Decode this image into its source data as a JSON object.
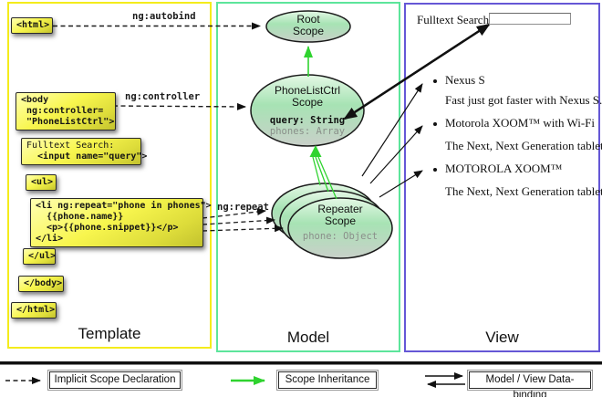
{
  "columns": {
    "template": {
      "label": "Template"
    },
    "model": {
      "label": "Model"
    },
    "view": {
      "label": "View"
    }
  },
  "template": {
    "tags": {
      "html_open": "<html>",
      "body_open": "<body\n ng:controller=\n \"PhoneListCtrl\">",
      "fulltext_label": "Fulltext Search:",
      "fulltext_input": "  <input name=\"query\">",
      "ul_open": "<ul>",
      "li_repeat": "<li ng:repeat=\"phone in phones\">\n  {{phone.name}}\n  <p>{{phone.snippet}}</p>\n</li>",
      "ul_close": "</ul>",
      "body_close": "</body>",
      "html_close": "</html>"
    },
    "arrow_labels": {
      "autobind": "ng:autobind",
      "controller": "ng:controller",
      "repeat": "ng:repeat"
    }
  },
  "model": {
    "root_scope": {
      "title": "Root\nScope"
    },
    "phonelist_scope": {
      "title": "PhoneListCtrl\nScope",
      "query": "query: String",
      "phones": "phones: Array"
    },
    "repeater_scope": {
      "title": "Repeater\nScope",
      "phone": "phone: Object"
    }
  },
  "view": {
    "search_label": "Fulltext Search:",
    "search_value": "",
    "items": [
      {
        "name": "Nexus S",
        "snippet": "Fast just got faster with Nexus S."
      },
      {
        "name": "Motorola XOOM™  with Wi-Fi",
        "snippet": "The Next, Next Generation tablet."
      },
      {
        "name": "MOTOROLA XOOM™",
        "snippet": "The Next, Next Generation tablet."
      }
    ]
  },
  "legend": {
    "implicit": "Implicit Scope Declaration",
    "inheritance": "Scope Inheritance",
    "databinding": "Model / View Data-binding"
  },
  "colors": {
    "template_border": "#f4ec1c",
    "model_border": "#5de59b",
    "view_border": "#6557d6",
    "scope_fill_top": "#dff7e1",
    "scope_fill_mid": "#a7e3b4",
    "scope_fill_bottom": "#c9d0c9",
    "inheritance_green": "#2fd32f",
    "code_box_yellow": "#f6f54a",
    "arrow_black": "#111111"
  }
}
